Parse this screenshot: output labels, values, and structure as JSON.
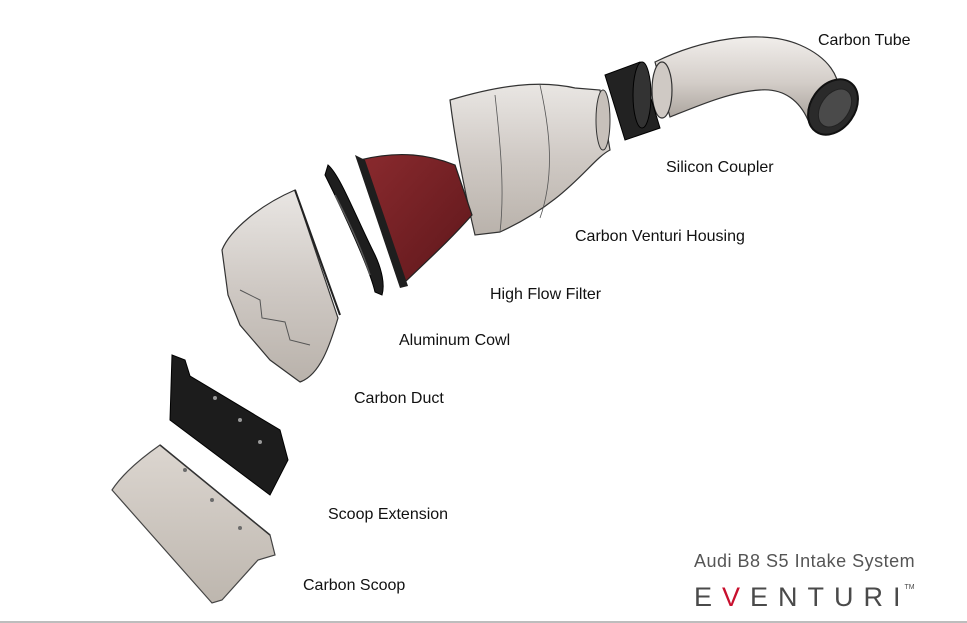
{
  "labels": {
    "carbon_tube": "Carbon Tube",
    "silicon_coupler": "Silicon Coupler",
    "carbon_venturi_housing": "Carbon Venturi Housing",
    "high_flow_filter": "High Flow Filter",
    "aluminum_cowl": "Aluminum Cowl",
    "carbon_duct": "Carbon Duct",
    "scoop_extension": "Scoop Extension",
    "carbon_scoop": "Carbon Scoop"
  },
  "branding": {
    "subtitle": "Audi B8 S5 Intake System",
    "logo_prefix": "E",
    "logo_accent": "V",
    "logo_suffix": "ENTURI",
    "trademark": "TM"
  },
  "colors": {
    "carbon_silver": "#d8d3cf",
    "filter_red": "#7a1f24",
    "rubber_black": "#1e1e1e",
    "logo_accent": "#c8102e"
  }
}
